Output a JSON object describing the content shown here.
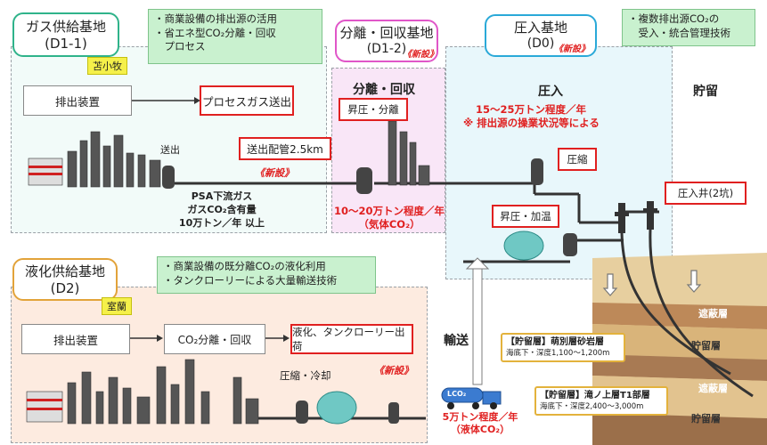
{
  "d11": {
    "title_line1": "ガス供給基地",
    "title_line2": "(D1-1)",
    "location_tag": "苫小牧",
    "note_lines": [
      "・商業設備の排出源の活用",
      "・省エネ型CO₂分離・回収",
      "　プロセス"
    ],
    "exhaust_label": "排出装置",
    "process_gas_label": "プロセスガス送出",
    "send_label": "送出",
    "pipe_label": "送出配管2.5km",
    "new_label": "《新設》",
    "psa_lines": [
      "PSA下流ガス",
      "ガスCO₂含有量",
      "10万トン／年 以上"
    ]
  },
  "d12": {
    "title_line1": "分離・回収基地",
    "title_line2": "(D1-2)",
    "new_label": "《新設》",
    "header": "分離・回収",
    "pressurize_label": "昇圧・分離",
    "volume_lines": [
      "10～20万トン程度／年",
      "（気体CO₂）"
    ]
  },
  "d0": {
    "title_line1": "圧入基地",
    "title_line2": "(D0)",
    "new_label": "《新設》",
    "note_lines": [
      "・複数排出源CO₂の",
      "　受入・統合管理技術"
    ],
    "header": "圧入",
    "volume_lines": [
      "15～25万トン程度／年",
      "※ 排出源の操業状況等による"
    ],
    "compress_label": "圧縮",
    "heat_label": "昇圧・加温",
    "well_label": "圧入井(2坑)"
  },
  "storage": {
    "header": "貯留",
    "seal_label_1": "遮蔽層",
    "reservoir_label_1": "貯留層",
    "seal_label_2": "遮蔽層",
    "reservoir_label_2": "貯留層",
    "layer1_title": "【貯留層】萌別層砂岩層",
    "layer1_depth": "海底下・深度1,100～1,200m",
    "layer2_title": "【貯留層】滝ノ上層T1部層",
    "layer2_depth": "海底下・深度2,400～3,000m"
  },
  "d2": {
    "title_line1": "液化供給基地",
    "title_line2": "(D2)",
    "location_tag": "室蘭",
    "note_lines": [
      "・商業設備の既分離CO₂の液化利用",
      "・タンクローリーによる大量輸送技術"
    ],
    "exhaust_label": "排出装置",
    "separation_label": "CO₂分離・回収",
    "liquefy_label": "液化、タンクローリー出荷",
    "new_label": "《新設》",
    "compress_cool_label": "圧縮・冷却"
  },
  "transport": {
    "header": "輸送",
    "truck_text": "LCO₂",
    "volume_lines": [
      "5万トン程度／年",
      "（液体CO₂）"
    ]
  }
}
